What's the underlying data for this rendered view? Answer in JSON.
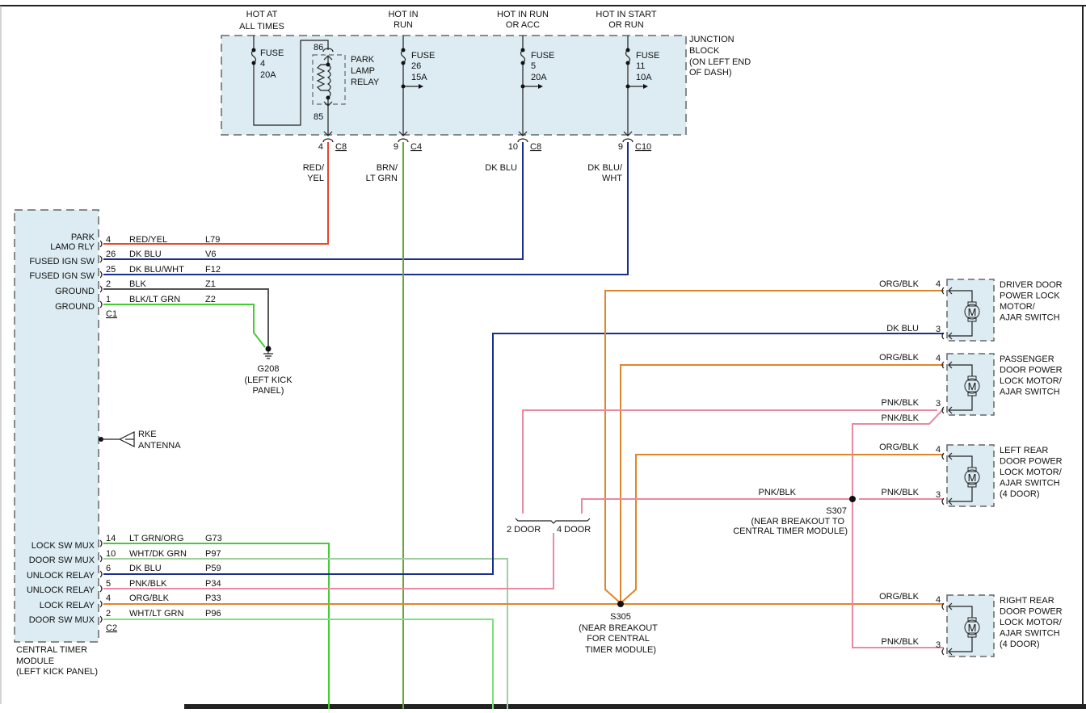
{
  "colors": {
    "red_yel": "#e8452a",
    "dk_blu": "#1a2e8c",
    "blk": "#555555",
    "lt_grn": "#44cc33",
    "brn_lt_grn": "#6aa53a",
    "pnk_blk": "#e88aa0",
    "org_blk": "#e0862a",
    "wht_dk_grn": "#9fcf9f",
    "wht_lt_grn": "#7de07d",
    "box_fill": "#dcecf2"
  },
  "junction_block": {
    "label_lines": [
      "JUNCTION",
      "BLOCK",
      "(ON LEFT END",
      "OF DASH)"
    ],
    "feeds": [
      {
        "header": [
          "HOT AT",
          "ALL TIMES"
        ],
        "fuse": [
          "FUSE",
          "4",
          "20A"
        ]
      },
      {
        "header": [
          "HOT IN",
          "RUN"
        ],
        "fuse": [
          "FUSE",
          "26",
          "15A"
        ],
        "pin": "9",
        "connector": "C4",
        "wire_color": [
          "BRN/",
          "LT GRN"
        ]
      },
      {
        "header": [
          "HOT IN RUN",
          "OR ACC"
        ],
        "fuse": [
          "FUSE",
          "5",
          "20A"
        ],
        "pin": "10",
        "connector": "C8",
        "wire_color": [
          "DK BLU"
        ]
      },
      {
        "header": [
          "HOT IN START",
          "OR RUN"
        ],
        "fuse": [
          "FUSE",
          "11",
          "10A"
        ],
        "pin": "9",
        "connector": "C10",
        "wire_color": [
          "DK BLU/",
          "WHT"
        ]
      }
    ],
    "relay": {
      "label": [
        "PARK",
        "LAMP",
        "RELAY"
      ],
      "pin_top": "86",
      "pin_bottom": "85",
      "pin": "4",
      "connector": "C8",
      "wire_color": [
        "RED/",
        "YEL"
      ]
    }
  },
  "ctm": {
    "label_lines": [
      "CENTRAL TIMER",
      "MODULE",
      "(LEFT KICK PANEL)"
    ],
    "c1": {
      "connector": "C1",
      "pins": [
        {
          "name": [
            "PARK",
            "LAMO RLY"
          ],
          "pin": "4",
          "color": "RED/YEL",
          "circuit": "L79"
        },
        {
          "name": [
            "FUSED IGN SW"
          ],
          "pin": "26",
          "color": "DK BLU",
          "circuit": "V6"
        },
        {
          "name": [
            "FUSED IGN SW"
          ],
          "pin": "25",
          "color": "DK BLU/WHT",
          "circuit": "F12"
        },
        {
          "name": [
            "GROUND"
          ],
          "pin": "2",
          "color": "BLK",
          "circuit": "Z1"
        },
        {
          "name": [
            "GROUND"
          ],
          "pin": "1",
          "color": "BLK/LT GRN",
          "circuit": "Z2"
        }
      ]
    },
    "c2": {
      "connector": "C2",
      "pins": [
        {
          "name": [
            "LOCK SW MUX"
          ],
          "pin": "14",
          "color": "LT GRN/ORG",
          "circuit": "G73"
        },
        {
          "name": [
            "DOOR SW MUX"
          ],
          "pin": "10",
          "color": "WHT/DK GRN",
          "circuit": "P97"
        },
        {
          "name": [
            "UNLOCK RELAY"
          ],
          "pin": "6",
          "color": "DK BLU",
          "circuit": "P59"
        },
        {
          "name": [
            "UNLOCK RELAY"
          ],
          "pin": "5",
          "color": "PNK/BLK",
          "circuit": "P34"
        },
        {
          "name": [
            "LOCK RELAY"
          ],
          "pin": "4",
          "color": "ORG/BLK",
          "circuit": "P33"
        },
        {
          "name": [
            "DOOR SW MUX"
          ],
          "pin": "2",
          "color": "WHT/LT GRN",
          "circuit": "P96"
        }
      ]
    },
    "rke": [
      "RKE",
      "ANTENNA"
    ]
  },
  "ground": {
    "id": "G208",
    "location": [
      "(LEFT KICK",
      "PANEL)"
    ]
  },
  "splices": {
    "s305": [
      "S305",
      "(NEAR BREAKOUT",
      "FOR CENTRAL",
      "TIMER MODULE)"
    ],
    "s307": [
      "S307",
      "(NEAR BREAKOUT TO",
      "CENTRAL TIMER MODULE)"
    ]
  },
  "door_options": {
    "two": "2 DOOR",
    "four": "4 DOOR"
  },
  "motors": [
    {
      "label": [
        "DRIVER DOOR",
        "POWER LOCK",
        "MOTOR/",
        "AJAR SWITCH"
      ],
      "pin_a": "4",
      "wire_a": "ORG/BLK",
      "pin_b": "3",
      "wire_b": "DK BLU"
    },
    {
      "label": [
        "PASSENGER",
        "DOOR POWER",
        "LOCK MOTOR/",
        "AJAR SWITCH"
      ],
      "pin_a": "4",
      "wire_a": "ORG/BLK",
      "pin_b": "3",
      "wire_b": "PNK/BLK",
      "wire_b2": "PNK/BLK"
    },
    {
      "label": [
        "LEFT REAR",
        "DOOR POWER",
        "LOCK MOTOR/",
        "AJAR SWITCH",
        "(4 DOOR)"
      ],
      "pin_a": "4",
      "wire_a": "ORG/BLK",
      "pin_b": "3",
      "wire_b": "PNK/BLK",
      "wire_b_left": "PNK/BLK"
    },
    {
      "label": [
        "RIGHT REAR",
        "DOOR POWER",
        "LOCK MOTOR/",
        "AJAR SWITCH",
        "(4 DOOR)"
      ],
      "pin_a": "4",
      "wire_a": "ORG/BLK",
      "pin_b": "3",
      "wire_b": "PNK/BLK"
    }
  ],
  "motor_symbol": "M"
}
